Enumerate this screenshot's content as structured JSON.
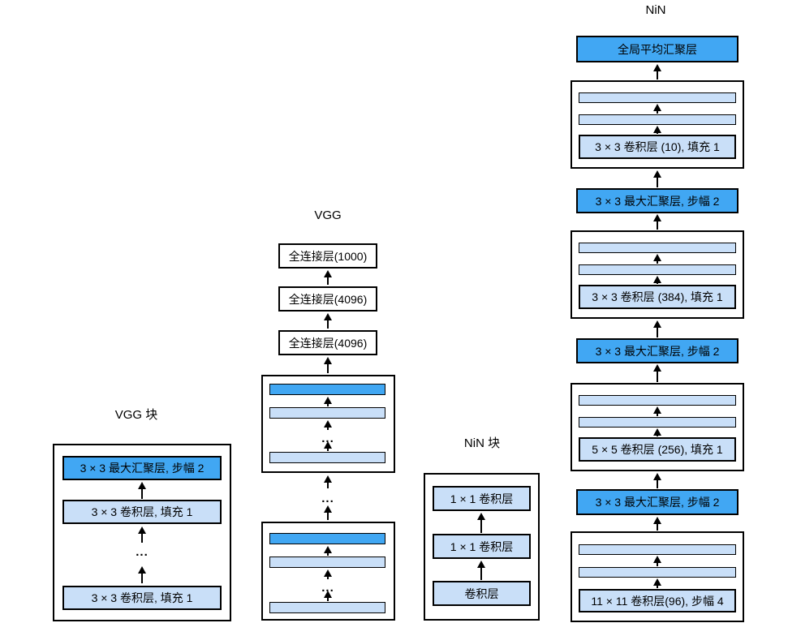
{
  "colors": {
    "pool_fill": "#41a7f3",
    "conv_fill": "#c9dff8",
    "border": "#000000",
    "background": "#ffffff"
  },
  "dots": "...",
  "vgg_block": {
    "title": "VGG 块",
    "pool_label": "3 × 3 最大汇聚层, 步幅 2",
    "conv_label_top": "3 × 3 卷积层, 填充 1",
    "conv_label_bottom": "3 × 3 卷积层, 填充 1"
  },
  "vgg": {
    "title": "VGG",
    "fc_layers": [
      "全连接层(1000)",
      "全连接层(4096)",
      "全连接层(4096)"
    ]
  },
  "nin_block": {
    "title": "NiN 块",
    "layers": [
      "1 × 1 卷积层",
      "1 × 1 卷积层",
      "卷积层"
    ]
  },
  "nin": {
    "title": "NiN",
    "global_pool_label": "全局平均汇聚层",
    "pool_label": "3 × 3 最大汇聚层, 步幅 2",
    "blocks": [
      {
        "conv_label": "3 × 3 卷积层 (10), 填充 1"
      },
      {
        "conv_label": "3 × 3 卷积层 (384), 填充 1"
      },
      {
        "conv_label": "5 × 5 卷积层 (256), 填充 1"
      },
      {
        "conv_label": "11 × 11 卷积层(96), 步幅 4"
      }
    ]
  }
}
